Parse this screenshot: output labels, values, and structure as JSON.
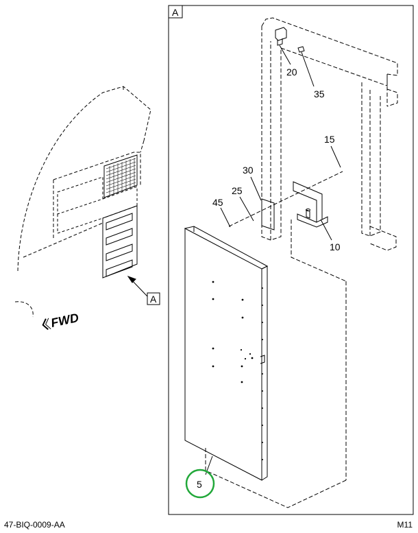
{
  "view_label": "A",
  "view_callout": "A",
  "fwd_label": "FWD",
  "callouts": {
    "c20": "20",
    "c35": "35",
    "c15": "15",
    "c30": "30",
    "c25": "25",
    "c45": "45",
    "c10": "10",
    "c5": "5"
  },
  "footer": {
    "left": "47-BIQ-0009-AA",
    "right": "M11"
  },
  "colors": {
    "line": "#000000",
    "highlight_circle": "#22a83a"
  }
}
